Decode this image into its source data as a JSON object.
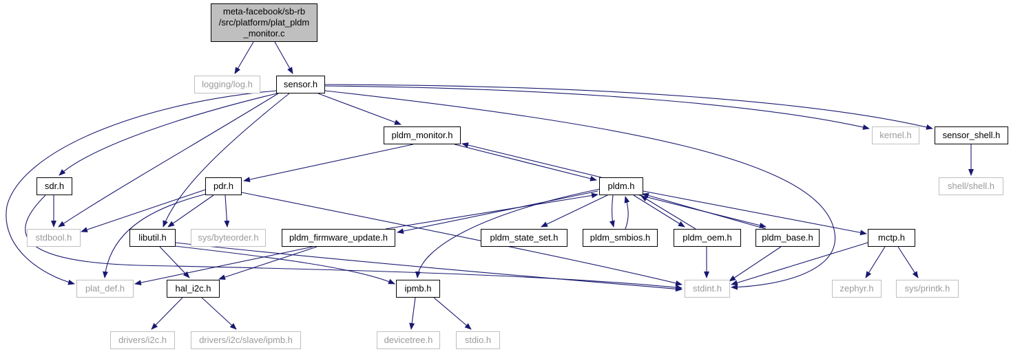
{
  "graph": {
    "edge_color": "#191970",
    "root_fill": "#bfbfbf",
    "external_text_color": "#9a9a9a",
    "nodes": [
      {
        "id": "root",
        "lines": [
          "meta-facebook/sb-rb",
          "/src/platform/plat_pldm",
          "_monitor.c"
        ],
        "kind": "root"
      },
      {
        "id": "log",
        "lines": [
          "logging/log.h"
        ],
        "kind": "external"
      },
      {
        "id": "sensor",
        "lines": [
          "sensor.h"
        ],
        "kind": "internal"
      },
      {
        "id": "pldm_monitor",
        "lines": [
          "pldm_monitor.h"
        ],
        "kind": "internal"
      },
      {
        "id": "kernel",
        "lines": [
          "kernel.h"
        ],
        "kind": "external"
      },
      {
        "id": "sensor_shell",
        "lines": [
          "sensor_shell.h"
        ],
        "kind": "internal"
      },
      {
        "id": "shell",
        "lines": [
          "shell/shell.h"
        ],
        "kind": "external"
      },
      {
        "id": "sdr",
        "lines": [
          "sdr.h"
        ],
        "kind": "internal"
      },
      {
        "id": "pdr",
        "lines": [
          "pdr.h"
        ],
        "kind": "internal"
      },
      {
        "id": "pldm",
        "lines": [
          "pldm.h"
        ],
        "kind": "internal"
      },
      {
        "id": "stdbool",
        "lines": [
          "stdbool.h"
        ],
        "kind": "external"
      },
      {
        "id": "libutil",
        "lines": [
          "libutil.h"
        ],
        "kind": "internal"
      },
      {
        "id": "byteorder",
        "lines": [
          "sys/byteorder.h"
        ],
        "kind": "external"
      },
      {
        "id": "fwupdate",
        "lines": [
          "pldm_firmware_update.h"
        ],
        "kind": "internal"
      },
      {
        "id": "stateset",
        "lines": [
          "pldm_state_set.h"
        ],
        "kind": "internal"
      },
      {
        "id": "smbios",
        "lines": [
          "pldm_smbios.h"
        ],
        "kind": "internal"
      },
      {
        "id": "oem",
        "lines": [
          "pldm_oem.h"
        ],
        "kind": "internal"
      },
      {
        "id": "base",
        "lines": [
          "pldm_base.h"
        ],
        "kind": "internal"
      },
      {
        "id": "mctp",
        "lines": [
          "mctp.h"
        ],
        "kind": "internal"
      },
      {
        "id": "platdef",
        "lines": [
          "plat_def.h"
        ],
        "kind": "external"
      },
      {
        "id": "hali2c",
        "lines": [
          "hal_i2c.h"
        ],
        "kind": "internal"
      },
      {
        "id": "ipmb",
        "lines": [
          "ipmb.h"
        ],
        "kind": "internal"
      },
      {
        "id": "stdint",
        "lines": [
          "stdint.h"
        ],
        "kind": "external"
      },
      {
        "id": "zephyr",
        "lines": [
          "zephyr.h"
        ],
        "kind": "external"
      },
      {
        "id": "printk",
        "lines": [
          "sys/printk.h"
        ],
        "kind": "external"
      },
      {
        "id": "i2c",
        "lines": [
          "drivers/i2c.h"
        ],
        "kind": "external"
      },
      {
        "id": "slaveipmb",
        "lines": [
          "drivers/i2c/slave/ipmb.h"
        ],
        "kind": "external"
      },
      {
        "id": "devicetree",
        "lines": [
          "devicetree.h"
        ],
        "kind": "external"
      },
      {
        "id": "stdio",
        "lines": [
          "stdio.h"
        ],
        "kind": "external"
      }
    ],
    "edges": [
      {
        "from": "root",
        "to": "log"
      },
      {
        "from": "root",
        "to": "sensor"
      },
      {
        "from": "sensor",
        "to": "pldm_monitor"
      },
      {
        "from": "sensor",
        "to": "kernel"
      },
      {
        "from": "sensor",
        "to": "sensor_shell"
      },
      {
        "from": "sensor",
        "to": "sdr"
      },
      {
        "from": "sensor",
        "to": "stdbool"
      },
      {
        "from": "sensor",
        "to": "libutil"
      },
      {
        "from": "sensor",
        "to": "platdef"
      },
      {
        "from": "sensor",
        "to": "stdint"
      },
      {
        "from": "sensor_shell",
        "to": "shell"
      },
      {
        "from": "pldm_monitor",
        "to": "pdr"
      },
      {
        "from": "pldm_monitor",
        "to": "pldm"
      },
      {
        "from": "pldm",
        "to": "pldm_monitor"
      },
      {
        "from": "sdr",
        "to": "stdbool"
      },
      {
        "from": "sdr",
        "to": "stdint"
      },
      {
        "from": "pdr",
        "to": "stdbool"
      },
      {
        "from": "pdr",
        "to": "libutil"
      },
      {
        "from": "pdr",
        "to": "byteorder"
      },
      {
        "from": "pdr",
        "to": "platdef"
      },
      {
        "from": "pdr",
        "to": "stdint"
      },
      {
        "from": "pldm",
        "to": "fwupdate"
      },
      {
        "from": "fwupdate",
        "to": "pldm"
      },
      {
        "from": "pldm",
        "to": "stateset"
      },
      {
        "from": "pldm",
        "to": "smbios"
      },
      {
        "from": "smbios",
        "to": "pldm"
      },
      {
        "from": "pldm",
        "to": "oem"
      },
      {
        "from": "oem",
        "to": "pldm"
      },
      {
        "from": "pldm",
        "to": "base"
      },
      {
        "from": "base",
        "to": "pldm"
      },
      {
        "from": "pldm",
        "to": "mctp"
      },
      {
        "from": "pldm",
        "to": "ipmb"
      },
      {
        "from": "libutil",
        "to": "hali2c"
      },
      {
        "from": "libutil",
        "to": "ipmb"
      },
      {
        "from": "libutil",
        "to": "stdint"
      },
      {
        "from": "fwupdate",
        "to": "platdef"
      },
      {
        "from": "fwupdate",
        "to": "hali2c"
      },
      {
        "from": "oem",
        "to": "stdint"
      },
      {
        "from": "base",
        "to": "stdint"
      },
      {
        "from": "mctp",
        "to": "zephyr"
      },
      {
        "from": "mctp",
        "to": "printk"
      },
      {
        "from": "mctp",
        "to": "stdint"
      },
      {
        "from": "hali2c",
        "to": "i2c"
      },
      {
        "from": "hali2c",
        "to": "slaveipmb"
      },
      {
        "from": "ipmb",
        "to": "devicetree"
      },
      {
        "from": "ipmb",
        "to": "stdio"
      }
    ]
  }
}
